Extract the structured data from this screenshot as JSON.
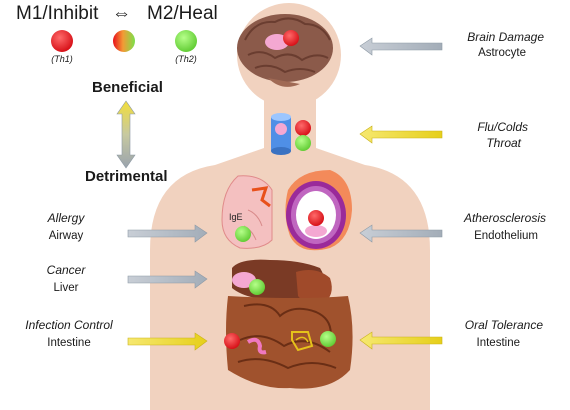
{
  "legend": {
    "m1_label": "M1/Inhibit",
    "m2_label": "M2/Heal",
    "exchange_symbol": "⇔",
    "th1_label": "(Th1)",
    "th2_label": "(Th2)"
  },
  "scale": {
    "top_label": "Beneficial",
    "bottom_label": "Detrimental"
  },
  "left_sites": [
    {
      "condition": "Allergy",
      "tissue": "Airway",
      "arrow": "gray"
    },
    {
      "condition": "Cancer",
      "tissue": "Liver",
      "arrow": "gray"
    },
    {
      "condition": "Infection Control",
      "tissue": "Intestine",
      "arrow": "yellow"
    }
  ],
  "right_sites": [
    {
      "condition": "Brain Damage",
      "tissue": "Astrocyte",
      "arrow": "gray"
    },
    {
      "condition": "Flu/Colds",
      "tissue": "Throat",
      "arrow": "yellow"
    },
    {
      "condition": "Atherosclerosis",
      "tissue": "Endothelium",
      "arrow": "gray"
    },
    {
      "condition": "Oral Tolerance",
      "tissue": "Intestine",
      "arrow": "yellow"
    }
  ],
  "lung_label": "IgE",
  "colors": {
    "m1_red": "#e8101a",
    "m2_green": "#7be04a",
    "gray_arrow": "#b4bcc6",
    "yellow_arrow": "#f2de3a",
    "skin": "#f1d2bf"
  }
}
